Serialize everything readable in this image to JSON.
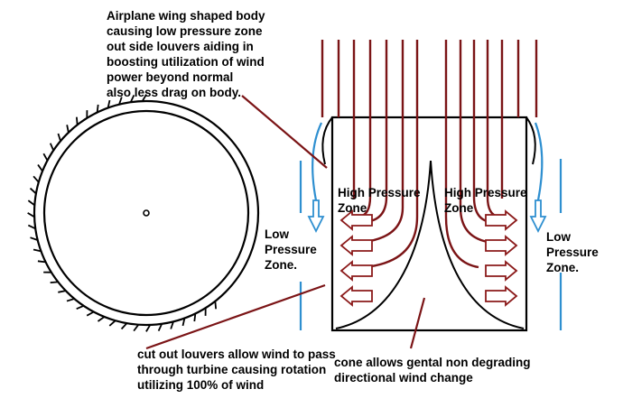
{
  "annotations": {
    "wing_body": [
      "Airplane wing shaped body",
      "causing low pressure zone",
      "out side louvers aiding in",
      "boosting utilization of wind",
      "power beyond normal",
      "also less drag on body."
    ],
    "louvers": [
      "cut out louvers allow wind to pass",
      "through turbine causing rotation",
      "utilizing 100% of wind"
    ],
    "cone": [
      "cone allows gental non degrading",
      "directional wind change"
    ],
    "high_pressure_left": [
      "High Pressure",
      "Zone"
    ],
    "high_pressure_right": [
      "High Pressure",
      "Zone"
    ],
    "low_pressure_left": [
      "Low",
      "Pressure",
      "Zone."
    ],
    "low_pressure_right": [
      "Low",
      "Pressure",
      "Zone."
    ]
  },
  "colors": {
    "wind_lines": "#7b1416",
    "low_pressure_arrows": "#2e8fd0",
    "outline": "#000000",
    "pressure_arrows": "#8b1a1a"
  }
}
